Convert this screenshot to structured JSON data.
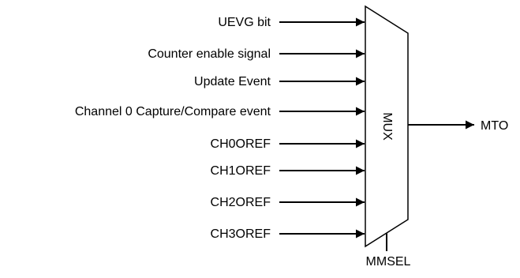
{
  "diagram": {
    "inputs": [
      "UEVG bit",
      "Counter enable signal",
      "Update Event",
      "Channel 0 Capture/Compare event",
      "CH0OREF",
      "CH1OREF",
      "CH2OREF",
      "CH3OREF"
    ],
    "mux_label": "MUX",
    "output_label": "MTO",
    "select_label": "MMSEL"
  }
}
